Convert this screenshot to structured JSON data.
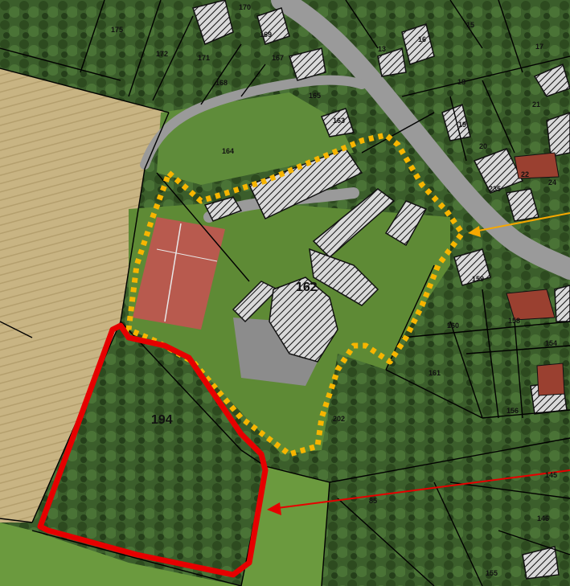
{
  "map": {
    "parcel_labels": {
      "p175": "175",
      "p172": "172",
      "p171": "171",
      "p170": "170",
      "p169": "169",
      "p167": "167",
      "p168": "168",
      "p165": "165",
      "p163": "163",
      "p164": "164",
      "p15": "15",
      "p16": "16",
      "p17": "17",
      "p18": "18",
      "p13": "13",
      "p21": "21",
      "p19": "19",
      "p20": "20",
      "p235": "235",
      "p24": "24",
      "p22": "22",
      "p162": "162",
      "p194": "194",
      "p159": "159",
      "p160": "160",
      "p158": "158",
      "p154": "154",
      "p161": "161",
      "p156": "156",
      "p202": "202",
      "p85": "85",
      "p145": "145",
      "p146": "146",
      "p155": "155"
    },
    "colors": {
      "highlight_main": "#e60000",
      "highlight_secondary": "#f7b500",
      "arrow_red": "#e60000",
      "arrow_orange": "#f7a800",
      "parcel_line": "#000000"
    },
    "icons": [
      "aerial-photo",
      "cadastral-lines",
      "arrow"
    ]
  }
}
